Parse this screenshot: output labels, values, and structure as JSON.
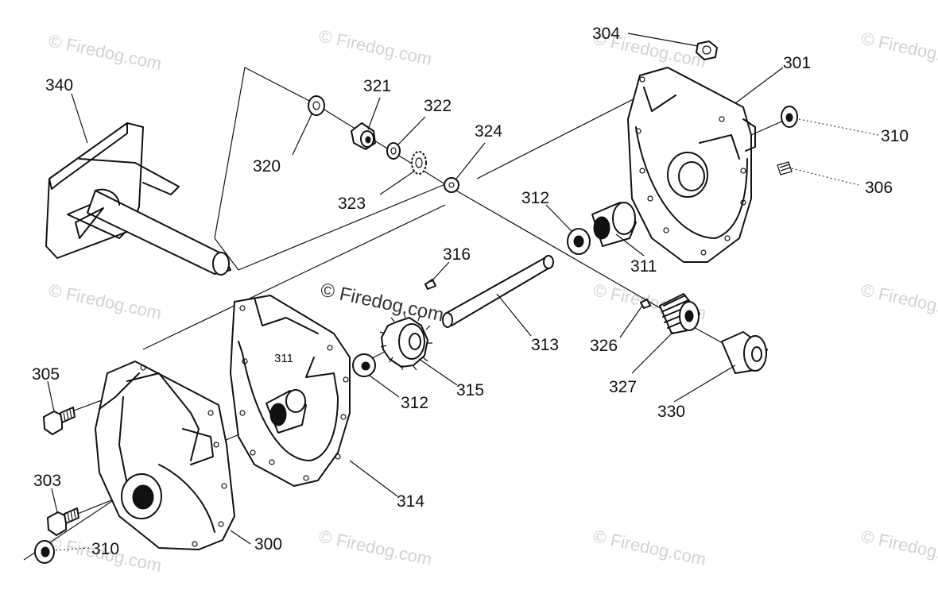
{
  "watermarks": {
    "small": "© Firedog.com",
    "center": "© Firedog.com"
  },
  "labels": {
    "l300": "300",
    "l301": "301",
    "l303": "303",
    "l304": "304",
    "l305": "305",
    "l306": "306",
    "l310a": "310",
    "l310b": "310",
    "l311a": "311",
    "l311b": "311",
    "l312a": "312",
    "l312b": "312",
    "l313": "313",
    "l314": "314",
    "l315": "315",
    "l316": "316",
    "l320": "320",
    "l321": "321",
    "l322": "322",
    "l323": "323",
    "l324": "324",
    "l326": "326",
    "l327": "327",
    "l330": "330",
    "l340": "340"
  }
}
